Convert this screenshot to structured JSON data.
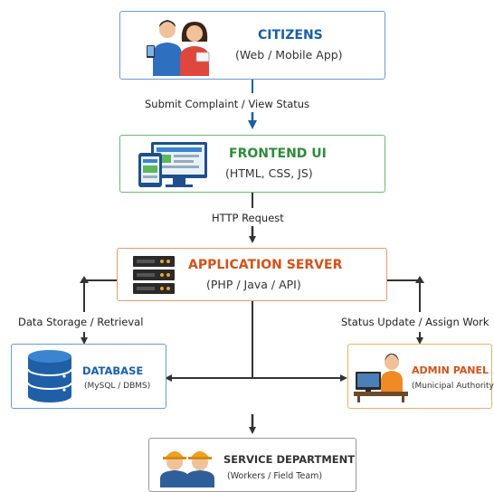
{
  "nodes": {
    "citizens": {
      "title": "CITIZENS",
      "subtitle": "(Web / Mobile App)",
      "color": "#1a5fa8",
      "border": "#6b9bd6"
    },
    "frontend": {
      "title": "FRONTEND UI",
      "subtitle": "(HTML, CSS, JS)",
      "color": "#2e8b3a",
      "border": "#6cb874"
    },
    "server": {
      "title": "APPLICATION SERVER",
      "subtitle": "(PHP / Java / API)",
      "color": "#d2521b",
      "border": "#e69a70"
    },
    "database": {
      "title": "DATABASE",
      "subtitle": "(MySQL / DBMS)",
      "color": "#1a5fa8",
      "border": "#6b9bd6"
    },
    "admin": {
      "title": "ADMIN PANEL",
      "subtitle": "(Municipal Authority)",
      "color": "#d2521b",
      "border": "#f0b060"
    },
    "service": {
      "title": "SERVICE DEPARTMENT",
      "subtitle": "(Workers / Field Team)",
      "color": "#333333",
      "border": "#999999"
    }
  },
  "edges": {
    "citizens_frontend": "Submit Complaint / View Status",
    "frontend_server": "HTTP Request",
    "server_database": "Data Storage / Retrieval",
    "server_admin": "Status Update / Assign Work"
  },
  "icons": {
    "citizens": "citizens-people-icon",
    "frontend": "devices-icon",
    "server": "server-rack-icon",
    "database": "database-cylinder-icon",
    "admin": "admin-at-desk-icon",
    "service": "workers-hardhat-icon"
  }
}
